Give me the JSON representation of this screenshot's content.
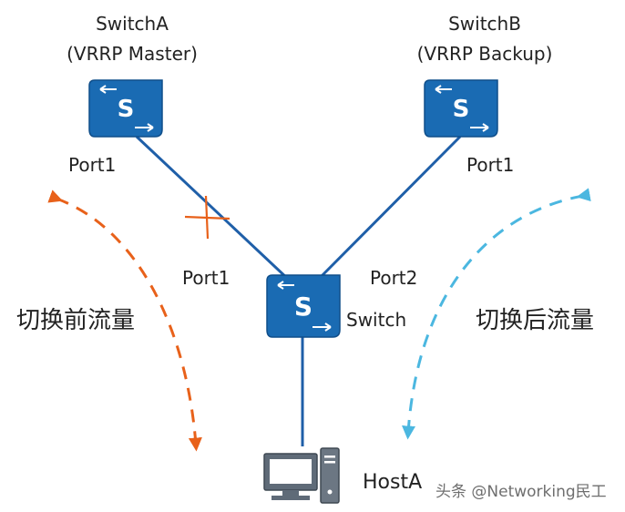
{
  "colors": {
    "link": "#1f5fa8",
    "switch_fill": "#1a6bb3",
    "switch_stroke": "#0f4e8a",
    "before_arrow": "#e8611a",
    "after_arrow": "#4bb7e0",
    "fault_mark": "#e8611a",
    "text": "#222222"
  },
  "devices": {
    "switch_a": {
      "name": "SwitchA",
      "role": "(VRRP Master)",
      "port": "Port1",
      "icon": "switch-icon"
    },
    "switch_b": {
      "name": "SwitchB",
      "role": "(VRRP Backup)",
      "port": "Port1",
      "icon": "switch-icon"
    },
    "switch_c": {
      "name": "Switch",
      "port_left": "Port1",
      "port_right": "Port2",
      "icon": "switch-icon"
    },
    "host_a": {
      "name": "HostA",
      "icon": "pc-icon"
    }
  },
  "flows": {
    "before_label": "切换前流量",
    "after_label": "切换后流量"
  },
  "watermark": {
    "text": "头条 @Networking民工"
  }
}
